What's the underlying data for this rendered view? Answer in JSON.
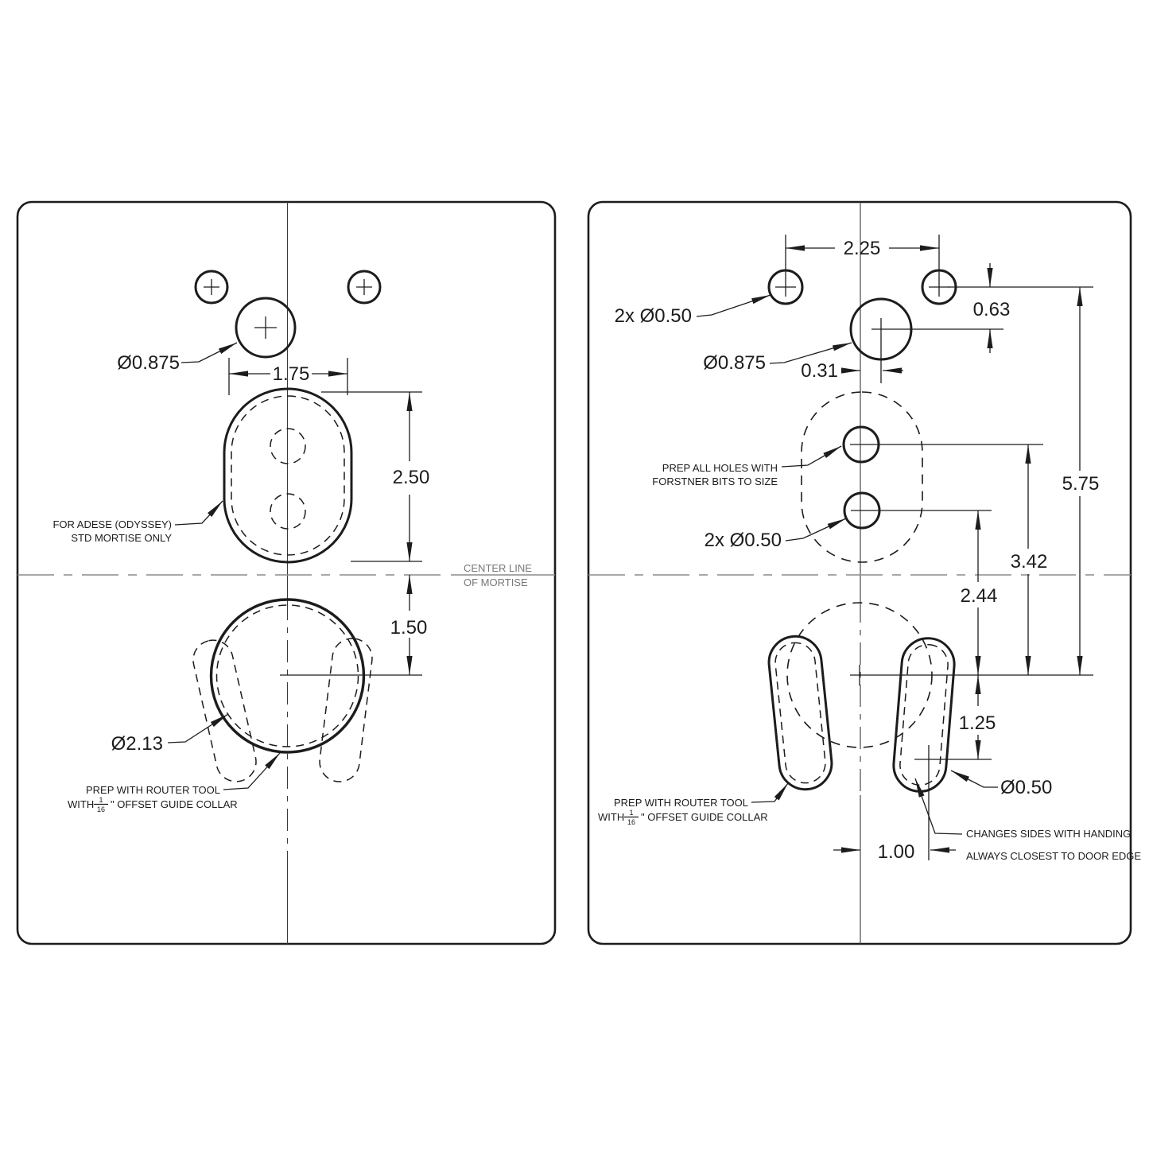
{
  "page": {
    "background": "#ffffff",
    "line_color": "#1c1c1c",
    "centerline_color": "#8c8c8c"
  },
  "left": {
    "dia_0875": "Ø0.875",
    "dim_175": "1.75",
    "dim_250": "2.50",
    "dim_150": "1.50",
    "dia_213": "Ø2.13",
    "note_adese_line1": "FOR ADESE (ODYSSEY)",
    "note_adese_line2": "STD MORTISE ONLY",
    "centerline_line1": "CENTER LINE",
    "centerline_line2": "OF MORTISE",
    "note_router_line1": "PREP WITH ROUTER TOOL",
    "note_router_pre": "WITH",
    "note_router_frac_num": "1",
    "note_router_frac_den": "16",
    "note_router_post": "\" OFFSET GUIDE COLLAR"
  },
  "right": {
    "dim_225": "2.25",
    "label_2x050_top": "2x Ø0.50",
    "dim_063": "0.63",
    "dia_0875": "Ø0.875",
    "dim_031": "0.31",
    "note_forstner_line1": "PREP ALL HOLES WITH",
    "note_forstner_line2": "FORSTNER BITS TO SIZE",
    "label_2x050_mid": "2x Ø0.50",
    "dim_575": "5.75",
    "dim_342": "3.42",
    "dim_244": "2.44",
    "dim_125": "1.25",
    "dia_050": "Ø0.50",
    "dim_100": "1.00",
    "note_router_line1": "PREP WITH ROUTER TOOL",
    "note_router_pre": "WITH",
    "note_router_frac_num": "1",
    "note_router_frac_den": "16",
    "note_router_post": "\" OFFSET GUIDE COLLAR",
    "note_handing_line1": "CHANGES SIDES WITH HANDING",
    "note_handing_line2": "ALWAYS CLOSEST TO DOOR EDGE"
  }
}
